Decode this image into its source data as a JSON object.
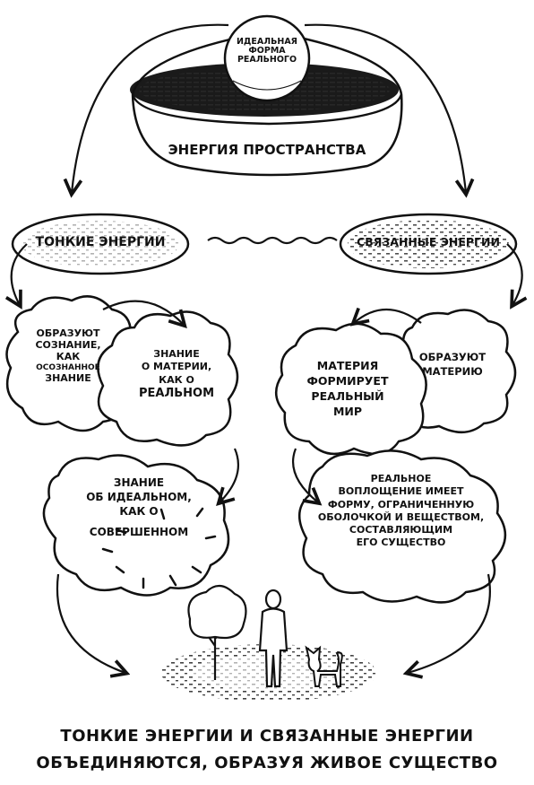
{
  "top": {
    "ideal_form": [
      "Идеальная",
      "форма",
      "реального"
    ],
    "space_energy": "Энергия пространства"
  },
  "nodes": {
    "subtle": "Тонкие энергии",
    "bound": "Связанные энергии",
    "forms_consciousness": [
      "Образуют",
      "сознание,",
      "как",
      "осознанное",
      "знание"
    ],
    "knowledge_matter": [
      "Знание",
      "о материи,",
      "как о",
      "реальном"
    ],
    "knowledge_ideal": [
      "Знание",
      "об идеальном,",
      "как о",
      "совершенном"
    ],
    "forms_matter": [
      "Образуют",
      "материю"
    ],
    "matter_world": [
      "Материя",
      "формирует",
      "реальный",
      "мир"
    ],
    "real_embodiment": [
      "Реальное",
      "воплощение имеет",
      "форму, ограниченную",
      "оболочкой и веществом,",
      "составляющим",
      "его существо"
    ]
  },
  "bottom": {
    "line1": "Тонкие энергии и связанные энергии",
    "line2": "объединяются, образуя живое существо"
  },
  "icons": [
    "tree-icon",
    "person-icon",
    "cat-icon"
  ]
}
